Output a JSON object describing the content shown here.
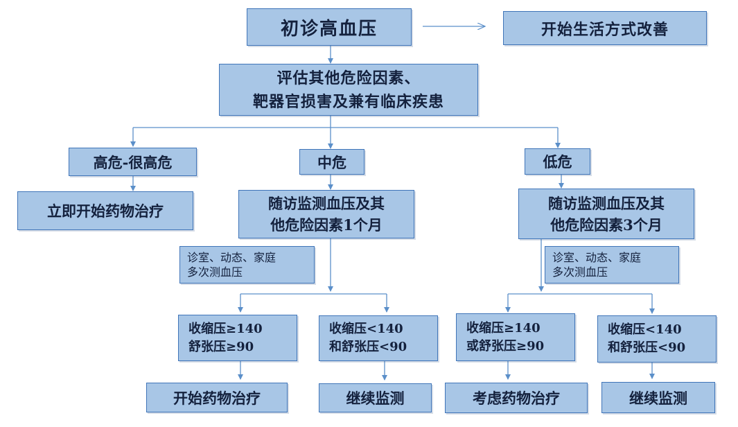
{
  "nodes": {
    "initial": "初诊高血压",
    "lifestyle": "开始生活方式改善",
    "assess": [
      "评估其他危险因素、",
      "靶器官损害及兼有临床疾患"
    ],
    "high_risk": "高危-很高危",
    "mid_risk": "中危",
    "low_risk": "低危",
    "immediate_drug": "立即开始药物治疗",
    "followup_mid": [
      "随访监测血压及其",
      "他危险因素1个月"
    ],
    "followup_low": [
      "随访监测血压及其",
      "他危险因素3个月"
    ],
    "note_mid": [
      "诊室、动态、家庭",
      "多次测血压"
    ],
    "note_low": [
      "诊室、动态、家庭",
      "多次测血压"
    ],
    "cond_mid_high": [
      "收缩压≥140",
      "舒张压≥90"
    ],
    "cond_mid_low": [
      "收缩压<140",
      "和舒张压<90"
    ],
    "cond_low_high": [
      "收缩压≥140",
      "或舒张压≥90"
    ],
    "cond_low_low": [
      "收缩压<140",
      "和舒张压<90"
    ],
    "start_drug": "开始药物治疗",
    "continue_mid": "继续监测",
    "consider_drug": "考虑药物治疗",
    "continue_low": "继续监测"
  },
  "colors": {
    "box_fill": "#a8c6e6",
    "box_border": "#3f74b8",
    "connector": "#5b8fc9",
    "text": "#14213d"
  }
}
